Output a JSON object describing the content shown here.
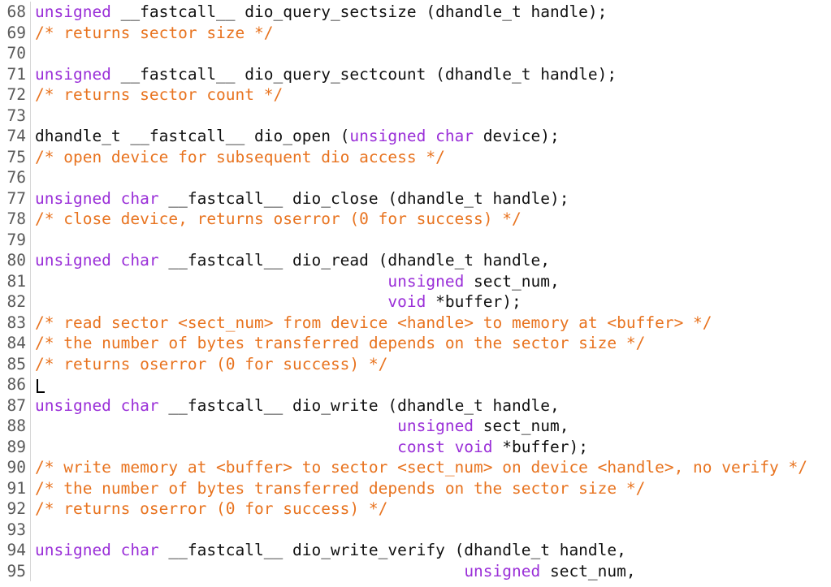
{
  "colors": {
    "keyword": "#9a2fd8",
    "comment": "#e8731f",
    "plain": "#111111",
    "line_number": "#5a5a5a"
  },
  "cursor_line": 86,
  "lines": [
    {
      "num": "68",
      "tokens": [
        {
          "c": "kw",
          "t": "unsigned"
        },
        {
          "c": "pl",
          "t": " __fastcall__ dio_query_sectsize (dhandle_t handle);"
        }
      ]
    },
    {
      "num": "69",
      "tokens": [
        {
          "c": "cm",
          "t": "/* returns sector size */"
        }
      ]
    },
    {
      "num": "70",
      "tokens": []
    },
    {
      "num": "71",
      "tokens": [
        {
          "c": "kw",
          "t": "unsigned"
        },
        {
          "c": "pl",
          "t": " __fastcall__ dio_query_sectcount (dhandle_t handle);"
        }
      ]
    },
    {
      "num": "72",
      "tokens": [
        {
          "c": "cm",
          "t": "/* returns sector count */"
        }
      ]
    },
    {
      "num": "73",
      "tokens": []
    },
    {
      "num": "74",
      "tokens": [
        {
          "c": "pl",
          "t": "dhandle_t __fastcall__ dio_open ("
        },
        {
          "c": "kw",
          "t": "unsigned char"
        },
        {
          "c": "pl",
          "t": " device);"
        }
      ]
    },
    {
      "num": "75",
      "tokens": [
        {
          "c": "cm",
          "t": "/* open device for subsequent dio access */"
        }
      ]
    },
    {
      "num": "76",
      "tokens": []
    },
    {
      "num": "77",
      "tokens": [
        {
          "c": "kw",
          "t": "unsigned char"
        },
        {
          "c": "pl",
          "t": " __fastcall__ dio_close (dhandle_t handle);"
        }
      ]
    },
    {
      "num": "78",
      "tokens": [
        {
          "c": "cm",
          "t": "/* close device, returns oserror (0 for success) */"
        }
      ]
    },
    {
      "num": "79",
      "tokens": []
    },
    {
      "num": "80",
      "tokens": [
        {
          "c": "kw",
          "t": "unsigned char"
        },
        {
          "c": "pl",
          "t": " __fastcall__ dio_read (dhandle_t handle,"
        }
      ]
    },
    {
      "num": "81",
      "tokens": [
        {
          "c": "pl",
          "t": "                                     "
        },
        {
          "c": "kw",
          "t": "unsigned"
        },
        {
          "c": "pl",
          "t": " sect_num,"
        }
      ]
    },
    {
      "num": "82",
      "tokens": [
        {
          "c": "pl",
          "t": "                                     "
        },
        {
          "c": "kw",
          "t": "void"
        },
        {
          "c": "pl",
          "t": " *buffer);"
        }
      ]
    },
    {
      "num": "83",
      "tokens": [
        {
          "c": "cm",
          "t": "/* read sector <sect_num> from device <handle> to memory at <buffer> */"
        }
      ]
    },
    {
      "num": "84",
      "tokens": [
        {
          "c": "cm",
          "t": "/* the number of bytes transferred depends on the sector size */"
        }
      ]
    },
    {
      "num": "85",
      "tokens": [
        {
          "c": "cm",
          "t": "/* returns oserror (0 for success) */"
        }
      ]
    },
    {
      "num": "86",
      "tokens": []
    },
    {
      "num": "87",
      "tokens": [
        {
          "c": "kw",
          "t": "unsigned char"
        },
        {
          "c": "pl",
          "t": " __fastcall__ dio_write (dhandle_t handle,"
        }
      ]
    },
    {
      "num": "88",
      "tokens": [
        {
          "c": "pl",
          "t": "                                      "
        },
        {
          "c": "kw",
          "t": "unsigned"
        },
        {
          "c": "pl",
          "t": " sect_num,"
        }
      ]
    },
    {
      "num": "89",
      "tokens": [
        {
          "c": "pl",
          "t": "                                      "
        },
        {
          "c": "kw",
          "t": "const void"
        },
        {
          "c": "pl",
          "t": " *buffer);"
        }
      ]
    },
    {
      "num": "90",
      "tokens": [
        {
          "c": "cm",
          "t": "/* write memory at <buffer> to sector <sect_num> on device <handle>, no verify */"
        }
      ]
    },
    {
      "num": "91",
      "tokens": [
        {
          "c": "cm",
          "t": "/* the number of bytes transferred depends on the sector size */"
        }
      ]
    },
    {
      "num": "92",
      "tokens": [
        {
          "c": "cm",
          "t": "/* returns oserror (0 for success) */"
        }
      ]
    },
    {
      "num": "93",
      "tokens": []
    },
    {
      "num": "94",
      "tokens": [
        {
          "c": "kw",
          "t": "unsigned char"
        },
        {
          "c": "pl",
          "t": " __fastcall__ dio_write_verify (dhandle_t handle,"
        }
      ]
    },
    {
      "num": "95",
      "tokens": [
        {
          "c": "pl",
          "t": "                                             "
        },
        {
          "c": "kw",
          "t": "unsigned"
        },
        {
          "c": "pl",
          "t": " sect_num,"
        }
      ]
    }
  ]
}
